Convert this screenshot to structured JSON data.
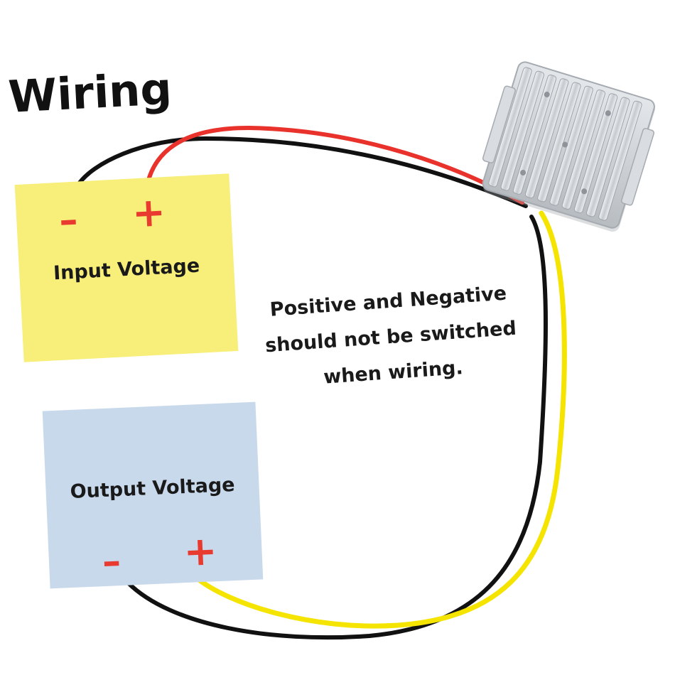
{
  "title": "Wiring",
  "input_card": {
    "label": "Input Voltage",
    "minus": "–",
    "plus": "+",
    "bg_color": "#f8ef7a"
  },
  "output_card": {
    "label": "Output Voltage",
    "minus": "–",
    "plus": "+",
    "bg_color": "#c9d9ec"
  },
  "note": {
    "line1": "Positive and Negative",
    "line2": "should not be switched",
    "line3": "when wiring."
  },
  "colors": {
    "sign": "#e83a2f",
    "wire_red": "#e8322b",
    "wire_black": "#111111",
    "wire_yellow": "#f4e400",
    "heatsink": "#d4d8dc"
  },
  "icons": {
    "converter": "dc-converter-icon"
  }
}
